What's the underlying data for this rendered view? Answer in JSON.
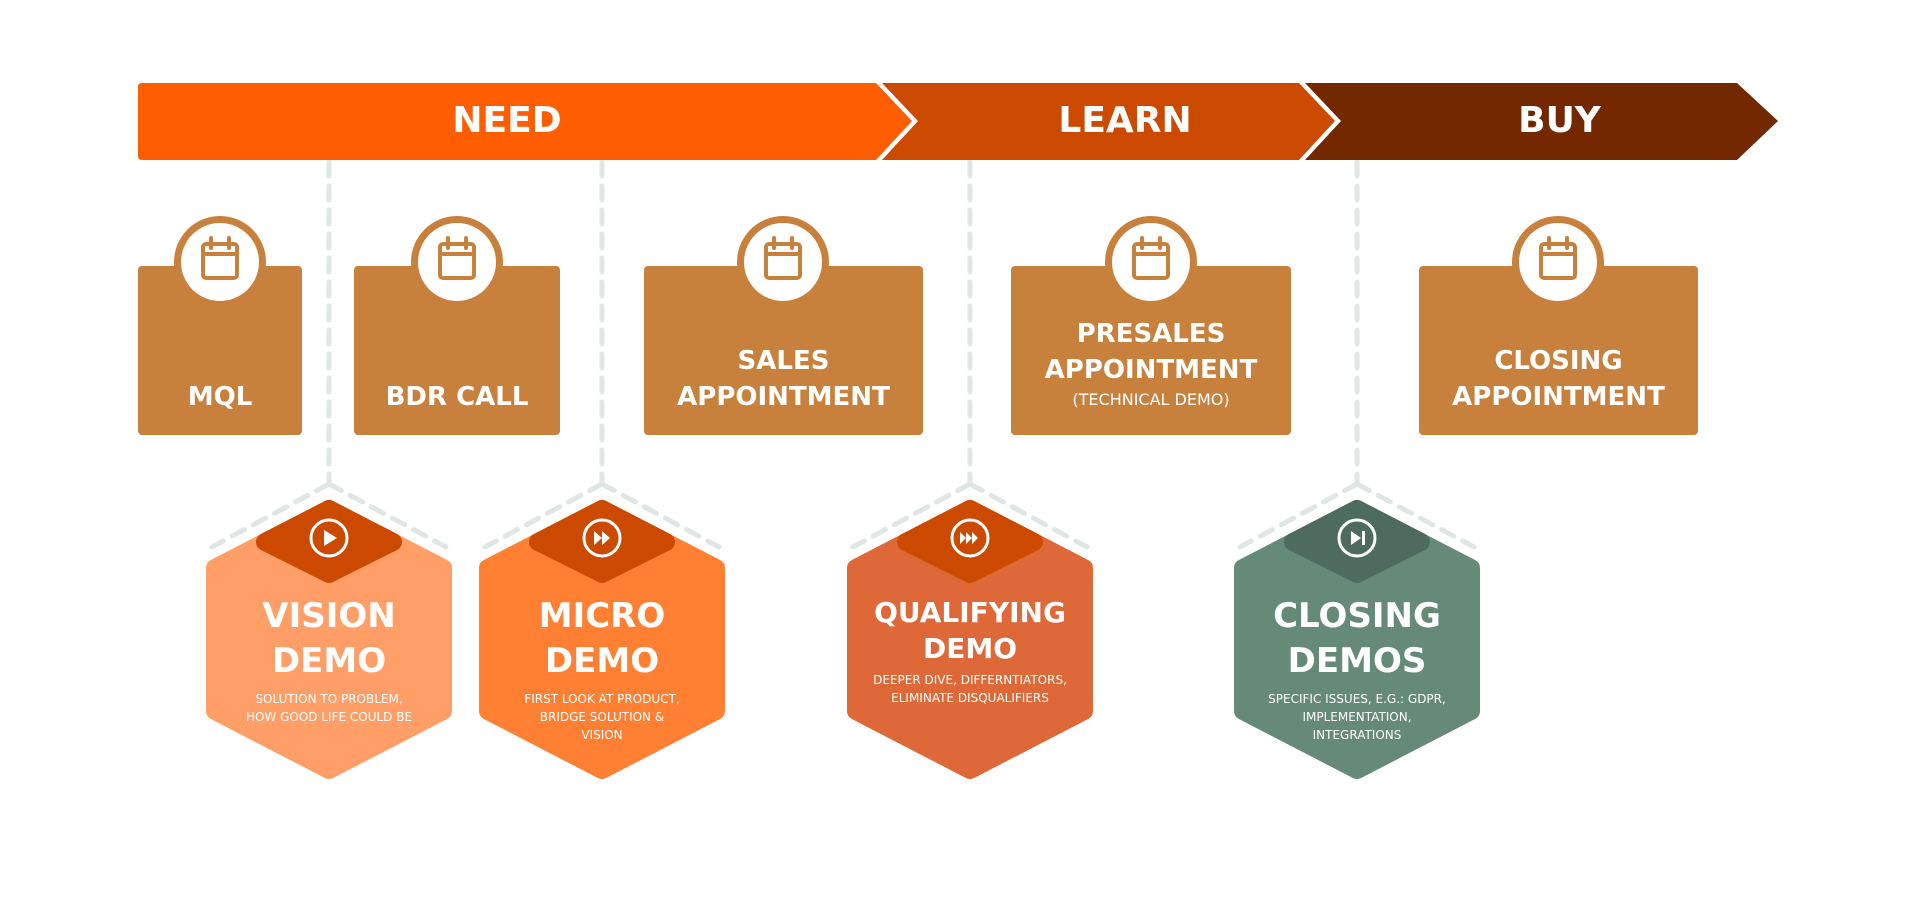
{
  "stages": [
    {
      "label": "NEED",
      "color": "#FF5E00"
    },
    {
      "label": "LEARN",
      "color": "#CC4A00"
    },
    {
      "label": "BUY",
      "color": "#732800"
    }
  ],
  "appointments": [
    {
      "lines": [
        "MQL"
      ],
      "icon": "calendar-icon"
    },
    {
      "lines": [
        "BDR CALL"
      ],
      "icon": "calendar-icon"
    },
    {
      "lines": [
        "SALES",
        "APPOINTMENT"
      ],
      "icon": "calendar-icon"
    },
    {
      "lines": [
        "PRESALES",
        "APPOINTMENT"
      ],
      "note": "(TECHNICAL DEMO)",
      "icon": "calendar-icon"
    },
    {
      "lines": [
        "CLOSING",
        "APPOINTMENT"
      ],
      "icon": "calendar-icon"
    }
  ],
  "card_color": "#C8813C",
  "demos": [
    {
      "title": [
        "VISION",
        "DEMO"
      ],
      "desc": [
        "SOLUTION TO PROBLEM,",
        "HOW GOOD LIFE COULD BE"
      ],
      "icon": "play-icon",
      "color": "#FF9E66",
      "top_color": "#CC4A00"
    },
    {
      "title": [
        "MICRO",
        "DEMO"
      ],
      "desc": [
        "FIRST LOOK AT PRODUCT,",
        "BRIDGE SOLUTION &",
        "VISION"
      ],
      "icon": "fast-forward-icon",
      "color": "#FF8033",
      "top_color": "#CC4A00"
    },
    {
      "title": [
        "QUALIFYING",
        "DEMO"
      ],
      "desc": [
        "DEEPER DIVE, DIFFERNTIATORS,",
        "ELIMINATE DISQUALIFIERS"
      ],
      "icon": "triple-forward-icon",
      "color": "#DE6838",
      "top_color": "#CC4A00"
    },
    {
      "title": [
        "CLOSING",
        "DEMOS"
      ],
      "desc": [
        "SPECIFIC ISSUES, E.G.: GDPR,",
        "IMPLEMENTATION,",
        "INTEGRATIONS"
      ],
      "icon": "skip-forward-icon",
      "color": "#668A78",
      "top_color": "#4D6B5E"
    }
  ]
}
